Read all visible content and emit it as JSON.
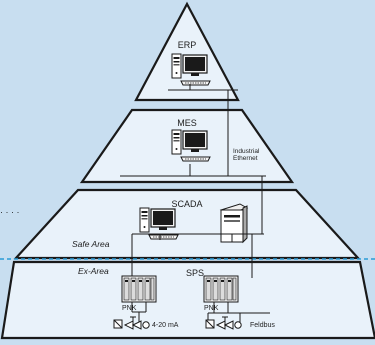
{
  "colors": {
    "background": "#c8def0",
    "tier_fill": "#e9f2fa",
    "outline": "#1a1a1a",
    "divider_dash": "#2a9bd6"
  },
  "tiers": {
    "erp": {
      "label": "ERP"
    },
    "mes": {
      "label": "MES"
    },
    "scada": {
      "label": "SCADA"
    },
    "sps": {
      "label": "SPS"
    }
  },
  "network": {
    "label_line1": "Industrial",
    "label_line2": "Ethernet"
  },
  "zones": {
    "safe": "Safe Area",
    "ex": "Ex-Area"
  },
  "controllers": {
    "left": {
      "label": "PNK",
      "signal": "4-20 mA"
    },
    "right": {
      "label": "PNK",
      "signal": "Feldbus"
    }
  },
  "decor": {
    "left_dots": "· · · ·"
  }
}
